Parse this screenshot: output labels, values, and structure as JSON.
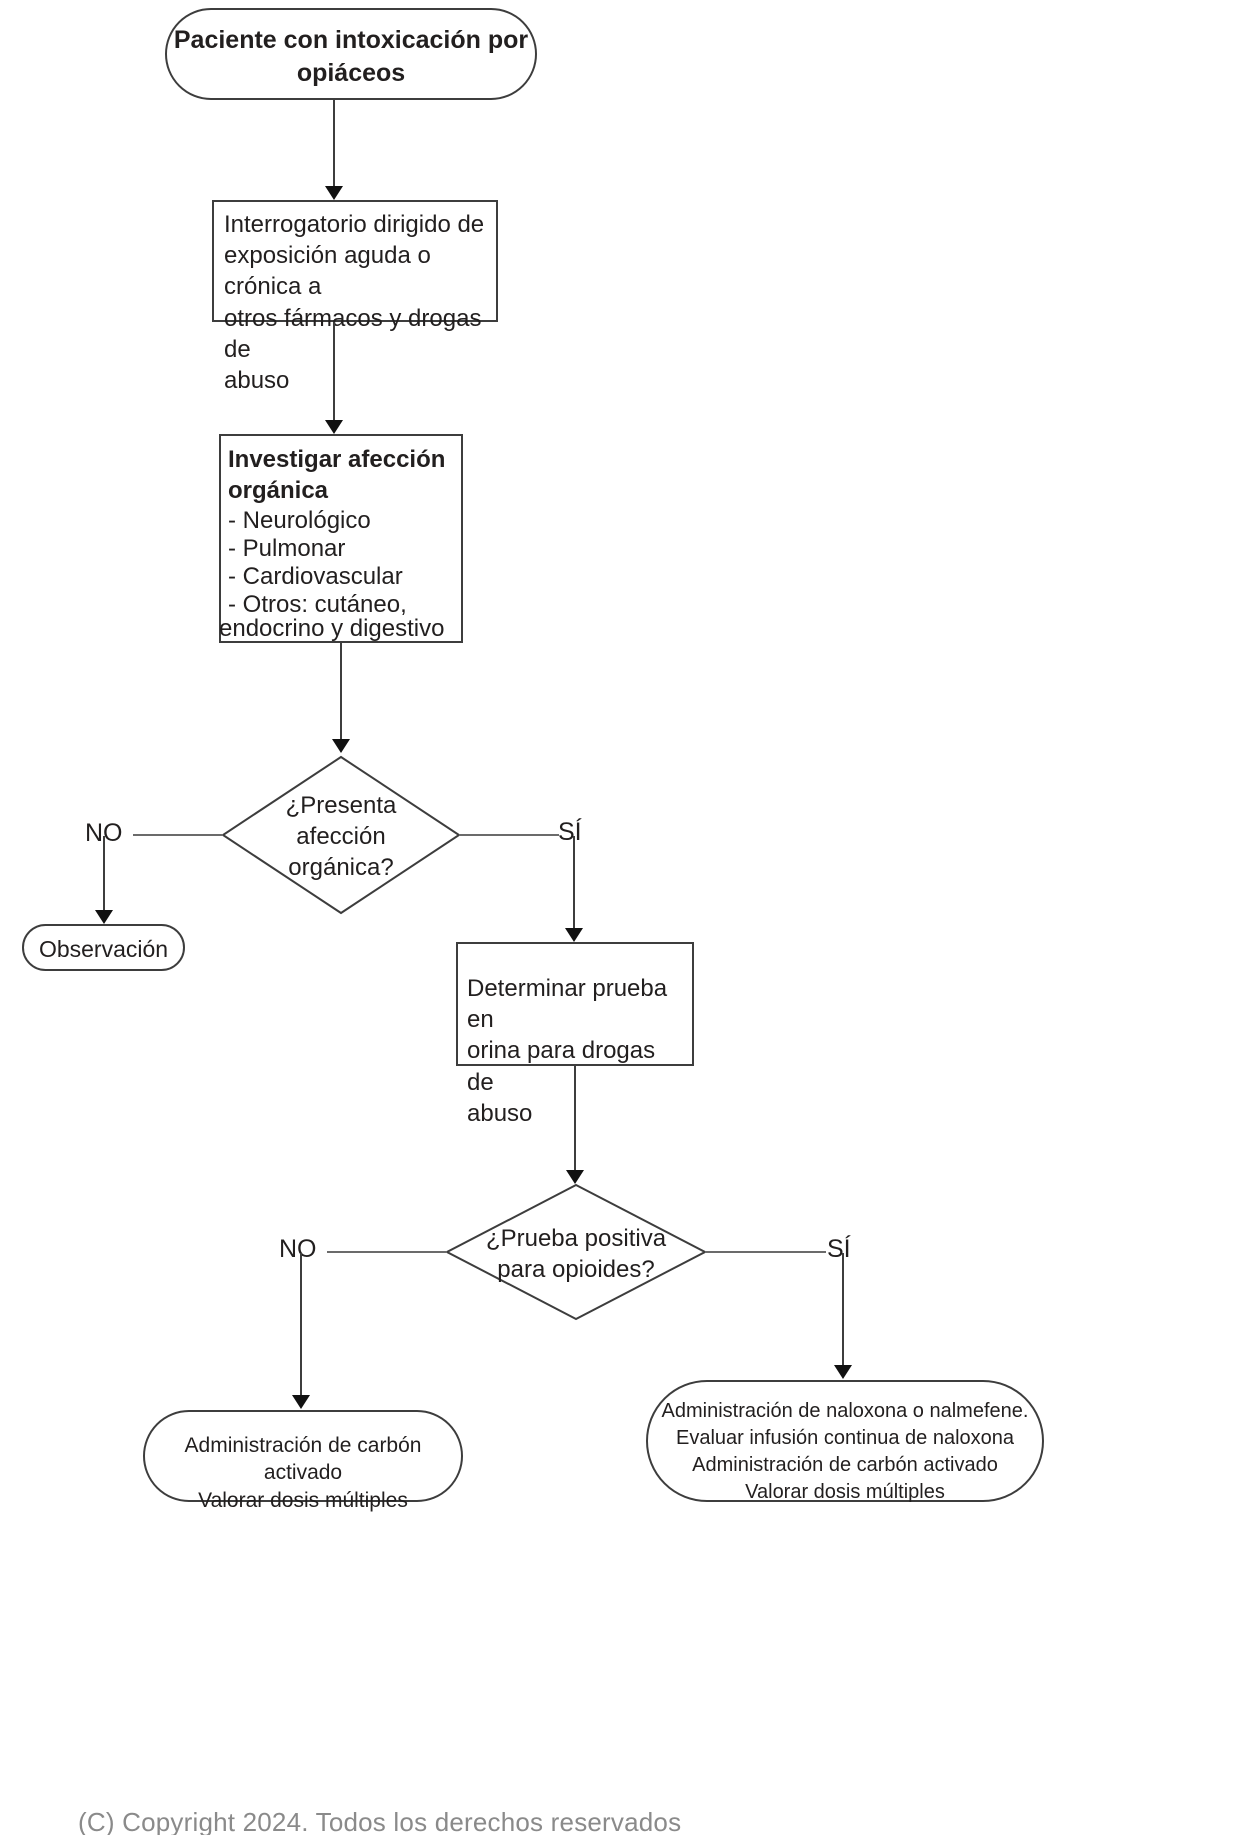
{
  "diagram": {
    "title": "Algoritmo de manejo del paciente con intoxicación por opiáceos",
    "language": "es",
    "nodes": {
      "start": {
        "shape": "rounded-terminator",
        "text": "Paciente con intoxicación por\nopiáceos",
        "bold": true,
        "align": "center"
      },
      "history": {
        "shape": "rectangle",
        "text": "Interrogatorio dirigido de\nexposición aguda o crónica a\notros fármacos y drogas de\nabuso",
        "bold": false,
        "align": "left"
      },
      "investigate": {
        "shape": "rectangle",
        "heading": "Investigar afección\norgánica",
        "items": [
          "- Neurológico",
          "- Pulmonar",
          "- Cardiovascular",
          "- Otros: cutáneo,",
          "endocrino y digestivo"
        ],
        "align": "left"
      },
      "decision1": {
        "shape": "diamond",
        "text": "¿Presenta\nafección\norgánica?",
        "branch_no": "NO",
        "branch_yes": "SÍ"
      },
      "observation": {
        "shape": "rounded-terminator",
        "text": "Observación",
        "align": "center"
      },
      "urine_test": {
        "shape": "rectangle",
        "text": "Determinar prueba en\norina para drogas de\nabuso",
        "align": "left"
      },
      "decision2": {
        "shape": "diamond",
        "text": "¿Prueba positiva\npara opioides?",
        "branch_no": "NO",
        "branch_yes": "SÍ"
      },
      "charcoal": {
        "shape": "rounded-terminator",
        "text": "Administración de carbón activado\nValorar dosis múltiples",
        "align": "center"
      },
      "naloxone": {
        "shape": "rounded-terminator",
        "text": "Administración de naloxona o nalmefene.\nEvaluar infusión continua de naloxona\nAdministración de carbón activado\nValorar dosis múltiples",
        "align": "center"
      }
    },
    "edges": [
      {
        "from": "start",
        "to": "history",
        "label": ""
      },
      {
        "from": "history",
        "to": "investigate",
        "label": ""
      },
      {
        "from": "investigate",
        "to": "decision1",
        "label": ""
      },
      {
        "from": "decision1",
        "to": "observation",
        "label": "NO"
      },
      {
        "from": "decision1",
        "to": "urine_test",
        "label": "SÍ"
      },
      {
        "from": "urine_test",
        "to": "decision2",
        "label": ""
      },
      {
        "from": "decision2",
        "to": "charcoal",
        "label": "NO"
      },
      {
        "from": "decision2",
        "to": "naloxone",
        "label": "SÍ"
      }
    ],
    "footer": {
      "text": "(C) Copyright 2024. Todos los derechos reservados"
    },
    "colors": {
      "stroke": "#3d3d3d",
      "connector": "#6b6b6b",
      "text": "#221f1f",
      "background": "#ffffff",
      "footer_text": "#8a8a8a"
    }
  }
}
